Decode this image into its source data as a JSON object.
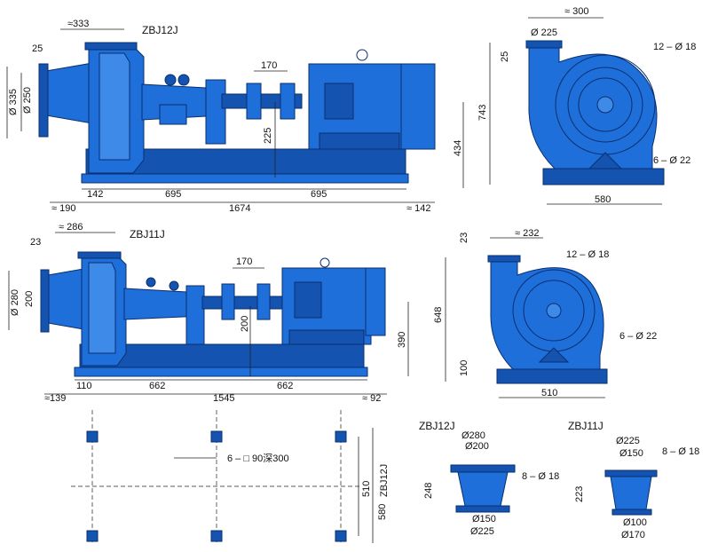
{
  "titles": {
    "zbj12j_side": "ZBJ12J",
    "zbj11j_side": "ZBJ11J",
    "zbj12j_flange": "ZBJ12J",
    "zbj11j_flange": "ZBJ11J"
  },
  "zbj12j_side_dims": {
    "top_offset": "≈333",
    "flange_thk": "25",
    "flange_od": "Ø 335",
    "flange_bore": "Ø 250",
    "coupling": "170",
    "shaft_h": "225",
    "base_h": "434",
    "seg_left": "142",
    "seg_mid1": "695",
    "seg_mid2": "695",
    "total": "1674",
    "left_over": "≈ 190",
    "right_over": "≈ 142"
  },
  "zbj12j_front_dims": {
    "top_w": "≈ 300",
    "flange_d": "Ø 225",
    "flange_thk": "25",
    "height": "743",
    "bolts": "12 – Ø 18",
    "anchors": "6 – Ø 22",
    "base_w": "580"
  },
  "zbj11j_side_dims": {
    "top_offset": "≈ 286",
    "flange_thk": "23",
    "flange_od": "Ø 280",
    "flange_bore": "200",
    "coupling": "170",
    "shaft_h": "200",
    "base_h": "390",
    "seg_left": "110",
    "seg_mid1": "662",
    "seg_mid2": "662",
    "total": "1545",
    "left_over": "≈139",
    "right_over": "≈ 92"
  },
  "zbj11j_front_dims": {
    "top_offset": "23",
    "top_w": "≈ 232",
    "bolts": "12 – Ø 18",
    "height": "648",
    "anchors": "6 – Ø 22",
    "foot_h": "100",
    "base_w": "510"
  },
  "foundation": {
    "holes": "6 – □ 90深300",
    "dim_510": "510",
    "dim_580": "580",
    "model": "ZBJ12J"
  },
  "zbj12j_flange_dims": {
    "top_od": "Ø280",
    "top_id": "Ø200",
    "bolts": "8 – Ø 18",
    "height": "248",
    "bot_id": "Ø150",
    "bot_od": "Ø225"
  },
  "zbj11j_flange_dims": {
    "top_od": "Ø225",
    "top_id": "Ø150",
    "bolts": "8 – Ø 18",
    "height": "223",
    "bot_id": "Ø100",
    "bot_od": "Ø170"
  }
}
